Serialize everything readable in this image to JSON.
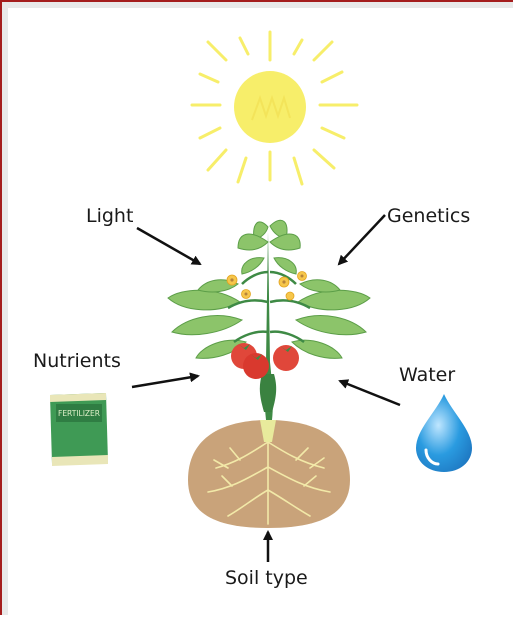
{
  "diagram": {
    "labels": {
      "light": "Light",
      "genetics": "Genetics",
      "nutrients": "Nutrients",
      "water": "Water",
      "soil": "Soil type"
    },
    "fertilizer_text": "FERTILIZER",
    "colors": {
      "frame_border": "#a51d1d",
      "sun": "#f7ee6a",
      "leaf": "#8cc46a",
      "stem": "#3e8a45",
      "soil": "#c9a37a",
      "water": "#2a9be0",
      "fertilizer_bag": "#3f9a55",
      "tomato": "#e0473a"
    }
  }
}
